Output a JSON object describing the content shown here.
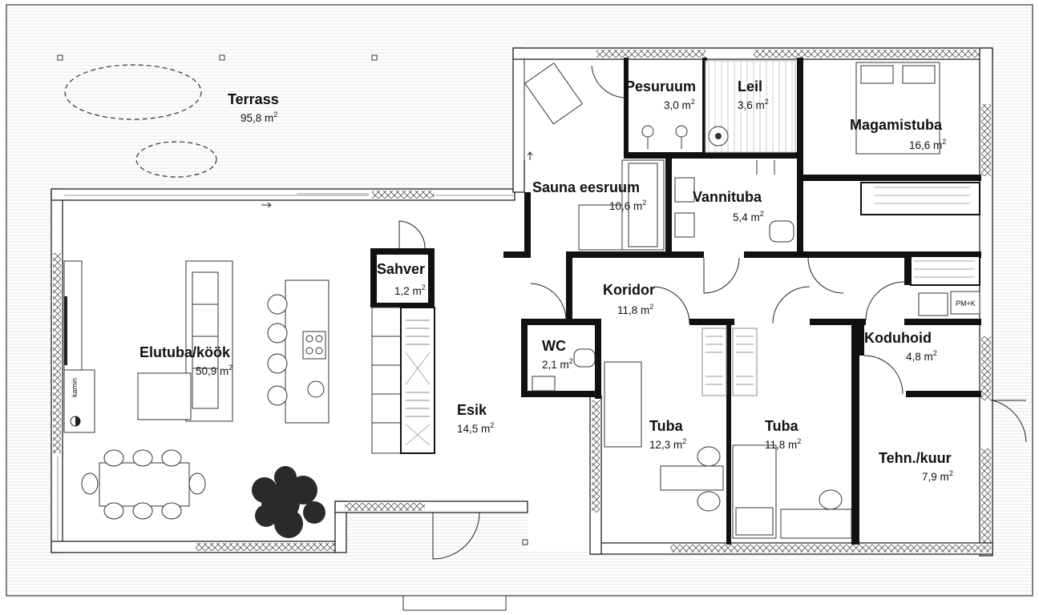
{
  "plan": {
    "rooms": [
      {
        "id": "terrass",
        "name": "Terrass",
        "area": "95,8 m"
      },
      {
        "id": "elutuba",
        "name": "Elutuba/köök",
        "area": "50,9 m"
      },
      {
        "id": "sahver",
        "name": "Sahver",
        "area": "1,2 m"
      },
      {
        "id": "esik",
        "name": "Esik",
        "area": "14,5 m"
      },
      {
        "id": "pesuruum",
        "name": "Pesuruum",
        "area": "3,0 m"
      },
      {
        "id": "leil",
        "name": "Leil",
        "area": "3,6 m"
      },
      {
        "id": "sauna-eesruum",
        "name": "Sauna eesruum",
        "area": "10,6 m"
      },
      {
        "id": "vannituba",
        "name": "Vannituba",
        "area": "5,4 m"
      },
      {
        "id": "magamistuba",
        "name": "Magamistuba",
        "area": "16,6 m"
      },
      {
        "id": "koridor",
        "name": "Koridor",
        "area": "11,8 m"
      },
      {
        "id": "wc",
        "name": "WC",
        "area": "2,1 m"
      },
      {
        "id": "koduhoid",
        "name": "Koduhoid",
        "area": "4,8 m"
      },
      {
        "id": "tuba1",
        "name": "Tuba",
        "area": "12,3 m"
      },
      {
        "id": "tuba2",
        "name": "Tuba",
        "area": "11,8 m"
      },
      {
        "id": "tehn",
        "name": "Tehn./kuur",
        "area": "7,9 m"
      }
    ],
    "unit_superscript": "2",
    "labels": {
      "kamin": "kamin",
      "pmk": "PM+K"
    }
  }
}
